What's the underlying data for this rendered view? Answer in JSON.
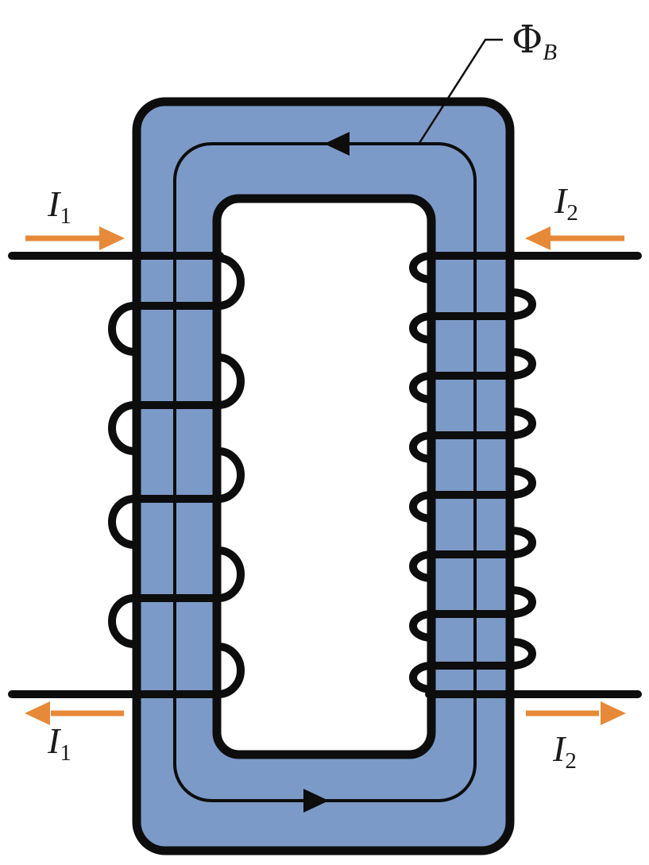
{
  "figure": {
    "description": "Transformer: two coils wound on a common rectangular magnetic core sharing flux",
    "background": "#ffffff"
  },
  "labels": {
    "flux": {
      "symbol": "Φ",
      "subscript": "B"
    },
    "i1_top": {
      "symbol": "I",
      "subscript": "1"
    },
    "i1_bottom": {
      "symbol": "I",
      "subscript": "1"
    },
    "i2_top": {
      "symbol": "I",
      "subscript": "2"
    },
    "i2_bottom": {
      "symbol": "I",
      "subscript": "2"
    }
  },
  "colors": {
    "core_fill": "#7C9AC7",
    "outline": "#0d0d0d",
    "current_arrow": "#E68938"
  },
  "coils": {
    "primary_turns": 5,
    "secondary_turns": 8
  }
}
